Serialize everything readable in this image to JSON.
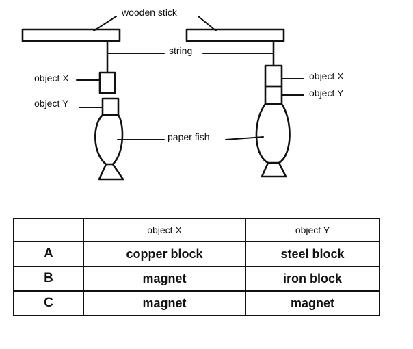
{
  "labels": {
    "wooden_stick": "wooden stick",
    "string": "string",
    "object_x_left": "object X",
    "object_y_left": "object Y",
    "paper_fish": "paper fish",
    "object_x_right": "object X",
    "object_y_right": "object Y"
  },
  "table": {
    "headers": [
      "",
      "object X",
      "object Y"
    ],
    "rows": [
      {
        "option": "A",
        "object_x": "copper block",
        "object_y": "steel block"
      },
      {
        "option": "B",
        "object_x": "magnet",
        "object_y": "iron block"
      },
      {
        "option": "C",
        "object_x": "magnet",
        "object_y": "magnet"
      }
    ]
  }
}
